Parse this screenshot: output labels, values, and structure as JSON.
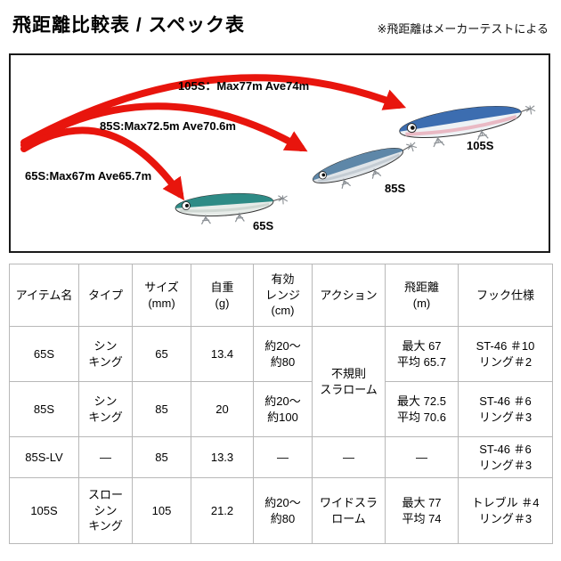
{
  "header": {
    "title": "飛距離比較表 / スペック表",
    "note": "※飛距離はメーカーテストによる"
  },
  "diagram": {
    "arrow_color": "#e8150d",
    "labels": {
      "l105": "105S：Max77m Ave74m",
      "l85": "85S:Max72.5m Ave70.6m",
      "l65": "65S:Max67m Ave65.7m"
    },
    "lure_labels": {
      "s65": "65S",
      "s85": "85S",
      "s105": "105S"
    }
  },
  "table": {
    "headers": {
      "item": "アイテム名",
      "type": "タイプ",
      "size": "サイズ\n(mm)",
      "weight": "自重\n(g)",
      "range": "有効\nレンジ\n(cm)",
      "action": "アクション",
      "distance": "飛距離\n(m)",
      "hook": "フック仕様"
    },
    "rows": [
      {
        "item": "65S",
        "type": "シン\nキング",
        "size": "65",
        "weight": "13.4",
        "range": "約20〜\n約80",
        "action": "不規則\nスラローム",
        "distance": "最大 67\n平均 65.7",
        "hook": "ST-46 ＃10\nリング＃2"
      },
      {
        "item": "85S",
        "type": "シン\nキング",
        "size": "85",
        "weight": "20",
        "range": "約20〜\n約100",
        "distance": "最大 72.5\n平均 70.6",
        "hook": "ST-46 ＃6\nリング＃3"
      },
      {
        "item": "85S-LV",
        "type": "―",
        "size": "85",
        "weight": "13.3",
        "range": "―",
        "action": "―",
        "distance": "―",
        "hook": "ST-46 ＃6\nリング＃3"
      },
      {
        "item": "105S",
        "type": "スロー\nシン\nキング",
        "size": "105",
        "weight": "21.2",
        "range": "約20〜\n約80",
        "action": "ワイドスラ\nローム",
        "distance": "最大 77\n平均 74",
        "hook": "トレブル ＃4\nリング＃3"
      }
    ]
  }
}
